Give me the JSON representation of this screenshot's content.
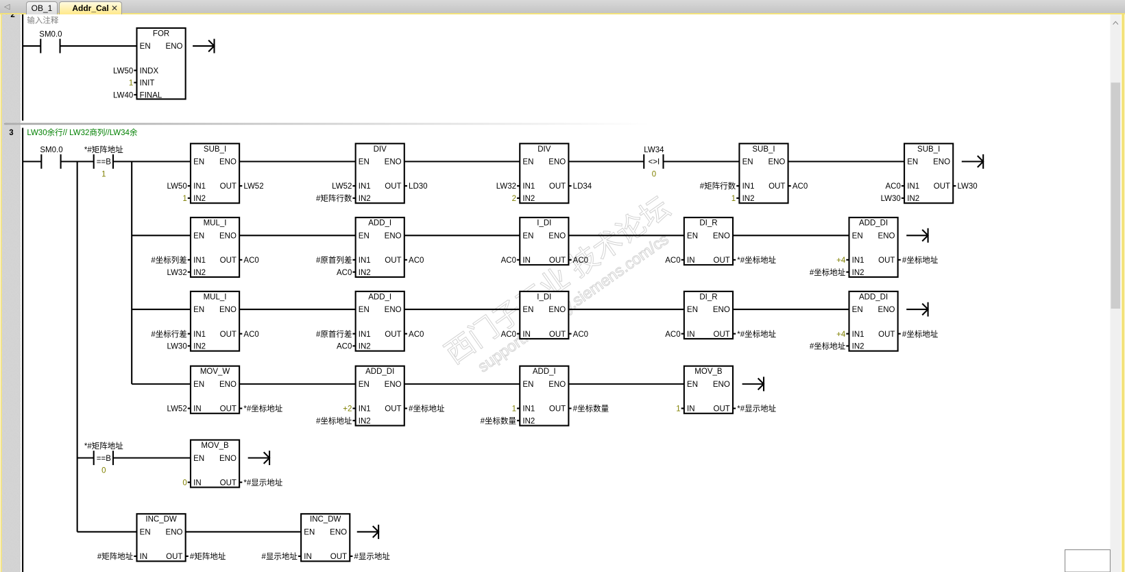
{
  "tabs": {
    "scroll_left": "◁",
    "items": [
      {
        "label": "OB_1"
      },
      {
        "label": "Addr_Cal",
        "active": true
      }
    ],
    "close": "✕"
  },
  "watermark": {
    "line1": "西门子工业  技术论坛",
    "line2": "support.industry.siemens.com/cs"
  },
  "colors": {
    "wire": "#000000",
    "constant": "#808000",
    "comment_net3": "#008000",
    "comment_net2": "#808080",
    "tab_active": "#ffe98a"
  },
  "net2": {
    "number": "2",
    "comment": "输入注释",
    "contact": {
      "address": "SM0.0"
    },
    "box": {
      "title": "FOR",
      "en": "EN",
      "eno": "ENO",
      "inputs": [
        {
          "pin": "INDX",
          "op": "LW50"
        },
        {
          "pin": "INIT",
          "op": "1",
          "const": true
        },
        {
          "pin": "FINAL",
          "op": "LW40"
        }
      ]
    }
  },
  "net3": {
    "number": "3",
    "comment": "LW30余行// LW32商列//LW34余",
    "contacts": [
      {
        "address": "SM0.0",
        "op": "",
        "value": ""
      },
      {
        "address": "*#矩阵地址",
        "op": "==B",
        "value": "1",
        "const": true
      },
      {
        "address": "LW34",
        "op": "<>I",
        "value": "0",
        "const": true
      },
      {
        "address": "*#矩阵地址",
        "op": "==B",
        "value": "0",
        "const": true
      }
    ],
    "rows": [
      [
        {
          "title": "SUB_I",
          "inputs": [
            {
              "pin": "IN1",
              "op": "LW50"
            },
            {
              "pin": "IN2",
              "op": "1",
              "const": true
            }
          ],
          "out": {
            "pin": "OUT",
            "op": "LW52"
          }
        },
        {
          "title": "DIV",
          "inputs": [
            {
              "pin": "IN1",
              "op": "LW52"
            },
            {
              "pin": "IN2",
              "op": "#矩阵行数"
            }
          ],
          "out": {
            "pin": "OUT",
            "op": "LD30"
          }
        },
        {
          "title": "DIV",
          "inputs": [
            {
              "pin": "IN1",
              "op": "LW32"
            },
            {
              "pin": "IN2",
              "op": "2",
              "const": true
            }
          ],
          "out": {
            "pin": "OUT",
            "op": "LD34"
          }
        },
        {
          "title": "SUB_I",
          "inputs": [
            {
              "pin": "IN1",
              "op": "#矩阵行数"
            },
            {
              "pin": "IN2",
              "op": "1",
              "const": true
            }
          ],
          "out": {
            "pin": "OUT",
            "op": "AC0"
          }
        },
        {
          "title": "SUB_I",
          "inputs": [
            {
              "pin": "IN1",
              "op": "AC0"
            },
            {
              "pin": "IN2",
              "op": "LW30"
            }
          ],
          "out": {
            "pin": "OUT",
            "op": "LW30"
          }
        }
      ],
      [
        {
          "title": "MUL_I",
          "inputs": [
            {
              "pin": "IN1",
              "op": "#坐标列差"
            },
            {
              "pin": "IN2",
              "op": "LW32"
            }
          ],
          "out": {
            "pin": "OUT",
            "op": "AC0"
          }
        },
        {
          "title": "ADD_I",
          "inputs": [
            {
              "pin": "IN1",
              "op": "#原首列差"
            },
            {
              "pin": "IN2",
              "op": "AC0"
            }
          ],
          "out": {
            "pin": "OUT",
            "op": "AC0"
          }
        },
        {
          "title": "I_DI",
          "inputs": [
            {
              "pin": "IN",
              "op": "AC0"
            }
          ],
          "out": {
            "pin": "OUT",
            "op": "AC0"
          }
        },
        {
          "title": "DI_R",
          "inputs": [
            {
              "pin": "IN",
              "op": "AC0"
            }
          ],
          "out": {
            "pin": "OUT",
            "op": "*#坐标地址"
          }
        },
        {
          "title": "ADD_DI",
          "inputs": [
            {
              "pin": "IN1",
              "op": "+4",
              "const": true
            },
            {
              "pin": "IN2",
              "op": "#坐标地址"
            }
          ],
          "out": {
            "pin": "OUT",
            "op": "#坐标地址"
          }
        }
      ],
      [
        {
          "title": "MUL_I",
          "inputs": [
            {
              "pin": "IN1",
              "op": "#坐标行差"
            },
            {
              "pin": "IN2",
              "op": "LW30"
            }
          ],
          "out": {
            "pin": "OUT",
            "op": "AC0"
          }
        },
        {
          "title": "ADD_I",
          "inputs": [
            {
              "pin": "IN1",
              "op": "#原首行差"
            },
            {
              "pin": "IN2",
              "op": "AC0"
            }
          ],
          "out": {
            "pin": "OUT",
            "op": "AC0"
          }
        },
        {
          "title": "I_DI",
          "inputs": [
            {
              "pin": "IN",
              "op": "AC0"
            }
          ],
          "out": {
            "pin": "OUT",
            "op": "AC0"
          }
        },
        {
          "title": "DI_R",
          "inputs": [
            {
              "pin": "IN",
              "op": "AC0"
            }
          ],
          "out": {
            "pin": "OUT",
            "op": "*#坐标地址"
          }
        },
        {
          "title": "ADD_DI",
          "inputs": [
            {
              "pin": "IN1",
              "op": "+4",
              "const": true
            },
            {
              "pin": "IN2",
              "op": "#坐标地址"
            }
          ],
          "out": {
            "pin": "OUT",
            "op": "#坐标地址"
          }
        }
      ],
      [
        {
          "title": "MOV_W",
          "inputs": [
            {
              "pin": "IN",
              "op": "LW52"
            }
          ],
          "out": {
            "pin": "OUT",
            "op": "*#坐标地址"
          }
        },
        {
          "title": "ADD_DI",
          "inputs": [
            {
              "pin": "IN1",
              "op": "+2",
              "const": true
            },
            {
              "pin": "IN2",
              "op": "#坐标地址"
            }
          ],
          "out": {
            "pin": "OUT",
            "op": "#坐标地址"
          }
        },
        {
          "title": "ADD_I",
          "inputs": [
            {
              "pin": "IN1",
              "op": "1",
              "const": true
            },
            {
              "pin": "IN2",
              "op": "#坐标数量"
            }
          ],
          "out": {
            "pin": "OUT",
            "op": "#坐标数量"
          }
        },
        {
          "title": "MOV_B",
          "inputs": [
            {
              "pin": "IN",
              "op": "1",
              "const": true
            }
          ],
          "out": {
            "pin": "OUT",
            "op": "*#显示地址"
          }
        }
      ],
      [
        {
          "title": "MOV_B",
          "inputs": [
            {
              "pin": "IN",
              "op": "0",
              "const": true
            }
          ],
          "out": {
            "pin": "OUT",
            "op": "*#显示地址"
          }
        }
      ],
      [
        {
          "title": "INC_DW",
          "inputs": [
            {
              "pin": "IN",
              "op": "#矩阵地址"
            }
          ],
          "out": {
            "pin": "OUT",
            "op": "#矩阵地址"
          }
        },
        {
          "title": "INC_DW",
          "inputs": [
            {
              "pin": "IN",
              "op": "#显示地址"
            }
          ],
          "out": {
            "pin": "OUT",
            "op": "#显示地址"
          }
        }
      ]
    ],
    "en": "EN",
    "eno": "ENO"
  }
}
